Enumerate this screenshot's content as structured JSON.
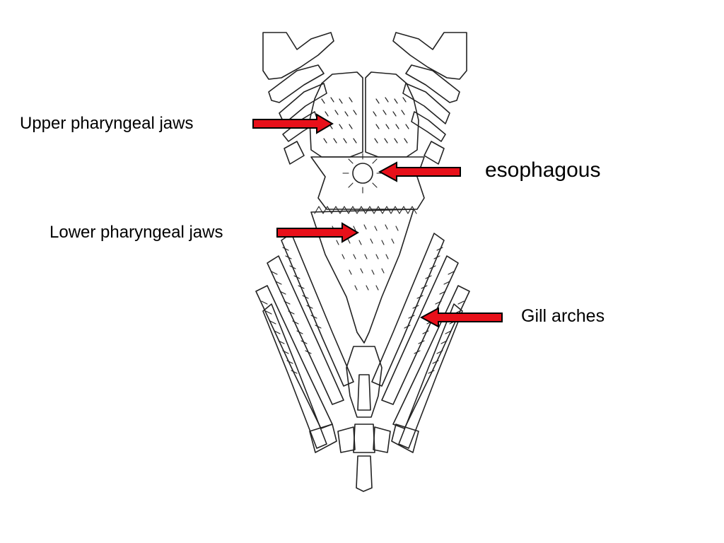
{
  "labels": {
    "upper_jaws": "Upper pharyngeal jaws",
    "esophagus": "esophagous",
    "lower_jaws": "Lower pharyngeal jaws",
    "gill_arches": "Gill arches"
  },
  "colors": {
    "arrow_fill": "#e8101a",
    "arrow_stroke": "#000000",
    "line_art": "#222222"
  }
}
